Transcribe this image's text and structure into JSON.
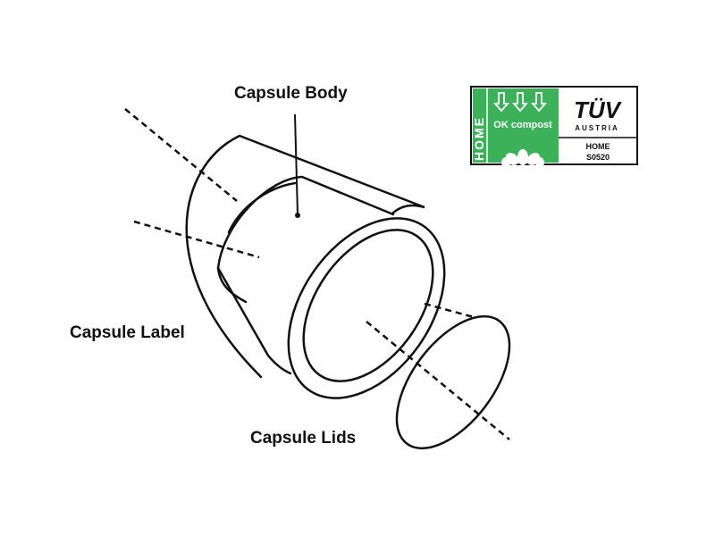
{
  "labels": {
    "body": "Capsule Body",
    "label": "Capsule Label",
    "lids": "Capsule Lids"
  },
  "logo": {
    "side_text": "HOME",
    "compost_text": "OK compost",
    "brand": "TÜV",
    "brand_sub": "AUSTRIA",
    "cert_type": "HOME",
    "cert_code": "S0520",
    "green": "#3cb15a"
  }
}
